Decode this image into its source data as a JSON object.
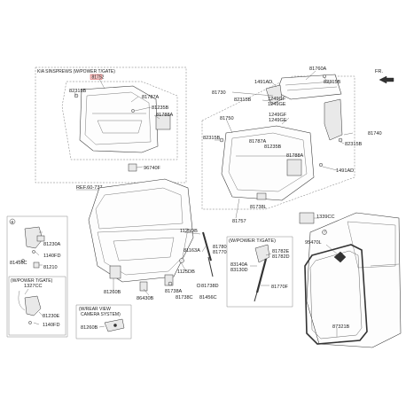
{
  "header": {
    "main_box_title": "KIA SINSPREWS (W/POWER T/GATE)",
    "highlight_part": "81752",
    "ref": "REF.60-737",
    "fr": "FR."
  },
  "labels": {
    "p81787a_top": "81787A",
    "p82315b_tl": "82315B",
    "p81235b_tl": "81235B",
    "p81788a_tl": "81788A",
    "p96740f": "96740F",
    "p81760a": "81760A",
    "p1491ad_top": "1491AD",
    "p82315b_tr": "82315B",
    "p81730": "81730",
    "p82315b_tm": "82315B",
    "p1249gf": "1249GF",
    "p1249ge": "1249GE",
    "p81750": "81750",
    "p82315b_ml": "82315B",
    "p81787a_m": "81787A",
    "p81235b_m": "81235B",
    "p81788a_m": "81788A",
    "p81740": "81740",
    "p82315b_mr": "82315B",
    "p1491ad_m": "1491AD",
    "p81738l": "81738L",
    "p81757": "81757",
    "p1339cc": "1339CC",
    "p95470l": "95470L",
    "p1125db_a": "1125DB",
    "p81163a": "81163A",
    "p81780": "81780",
    "p81770": "81770",
    "p1125db_b": "1125DB",
    "p81738d": "81738D",
    "p81738a": "81738A",
    "p81738c": "81738C",
    "p81456c_m": "81456C",
    "p81260b": "81260B",
    "p86430b": "86430B",
    "power_tgate_title": "(W/POWER T/GATE)",
    "p83140a": "83140A",
    "p83130d": "83130D",
    "p81782e": "81782E",
    "p81782d": "81782D",
    "p81770f": "81770F",
    "p87321b": "87321B",
    "p81230a": "81230A",
    "p1140fd_a": "1140FD",
    "p81456c_l": "81456C",
    "p81210": "81210",
    "lp_title": "(W/POWER T/GATE)",
    "p1327cc": "1327CC",
    "p81230e": "81230E",
    "p1140fd_b": "1140FD",
    "camera_title_1": "(W/REAR VIEW",
    "camera_title_2": "CAMERA SYSTEM)",
    "p81260b_cam": "81260B",
    "callout_a": "a"
  }
}
